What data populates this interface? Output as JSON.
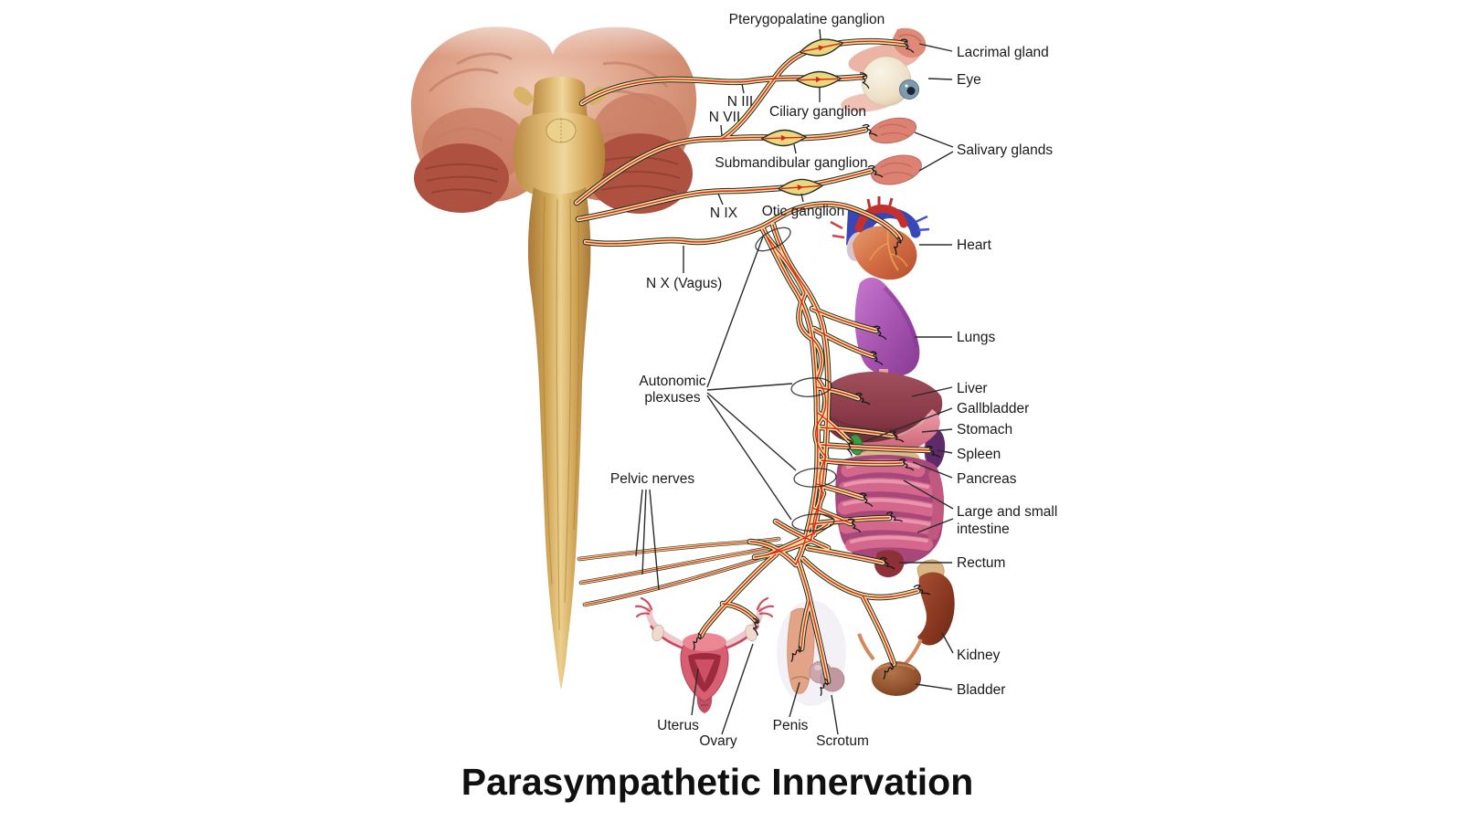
{
  "title": "Parasympathetic Innervation",
  "labels": {
    "pterygopalatine_ganglion": "Pterygopalatine ganglion",
    "n_iii": "N III",
    "n_vii": "N VII",
    "ciliary_ganglion": "Ciliary ganglion",
    "submandibular_ganglion": "Submandibular ganglion",
    "n_ix": "N IX",
    "otic_ganglion": "Otic ganglion",
    "n_x_vagus": "N X (Vagus)",
    "autonomic_plexuses_line1": "Autonomic",
    "autonomic_plexuses_line2": "plexuses",
    "pelvic_nerves": "Pelvic nerves",
    "lacrimal_gland": "Lacrimal gland",
    "eye": "Eye",
    "salivary_glands": "Salivary glands",
    "heart": "Heart",
    "lungs": "Lungs",
    "liver": "Liver",
    "gallbladder": "Gallbladder",
    "stomach": "Stomach",
    "spleen": "Spleen",
    "pancreas": "Pancreas",
    "large_small_intestine_line1": "Large and small",
    "large_small_intestine_line2": "intestine",
    "rectum": "Rectum",
    "kidney": "Kidney",
    "bladder": "Bladder",
    "uterus": "Uterus",
    "ovary": "Ovary",
    "penis": "Penis",
    "scrotum": "Scrotum"
  },
  "colors": {
    "background": "#ffffff",
    "label_text": "#1a1a1a",
    "title_text": "#101010",
    "leader_line": "#2b2b2b",
    "nerve_outline": "#26261c",
    "nerve_band": "#f0e3a4",
    "nerve_core": "#e02010",
    "ganglion_fill": "#ead87e",
    "brain_cerebrum": "#d4917c",
    "brain_cerebellum": "#b25a47",
    "brainstem_gold": "#dcb266",
    "heart": "#d4764c",
    "lungs": "#a855b0",
    "liver": "#8e3b49",
    "stomach": "#d87585",
    "spleen": "#5f2a68",
    "pancreas": "#d9bb8a",
    "gallbladder": "#3d9b45",
    "intestine": "#d4688c",
    "kidney": "#8b3a26",
    "bladder": "#96532f",
    "uterus": "#d75f72"
  }
}
